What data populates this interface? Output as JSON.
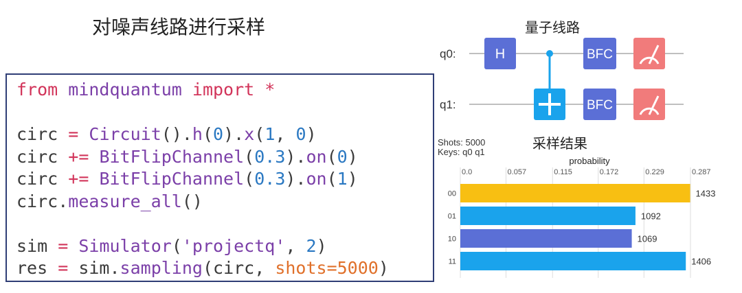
{
  "left": {
    "title": "对噪声线路进行采样",
    "code_lines": [
      [
        {
          "t": "from",
          "c": "kw"
        },
        {
          "t": " mindquantum ",
          "c": "fn"
        },
        {
          "t": "import",
          "c": "kw"
        },
        {
          "t": " *",
          "c": "op"
        }
      ],
      [],
      [
        {
          "t": "circ ",
          "c": "plain"
        },
        {
          "t": "=",
          "c": "op"
        },
        {
          "t": " ",
          "c": "plain"
        },
        {
          "t": "Circuit",
          "c": "fn"
        },
        {
          "t": "().",
          "c": "plain"
        },
        {
          "t": "h",
          "c": "fn"
        },
        {
          "t": "(",
          "c": "plain"
        },
        {
          "t": "0",
          "c": "num"
        },
        {
          "t": ").",
          "c": "plain"
        },
        {
          "t": "x",
          "c": "fn"
        },
        {
          "t": "(",
          "c": "plain"
        },
        {
          "t": "1",
          "c": "num"
        },
        {
          "t": ", ",
          "c": "plain"
        },
        {
          "t": "0",
          "c": "num"
        },
        {
          "t": ")",
          "c": "plain"
        }
      ],
      [
        {
          "t": "circ ",
          "c": "plain"
        },
        {
          "t": "+=",
          "c": "op"
        },
        {
          "t": " ",
          "c": "plain"
        },
        {
          "t": "BitFlipChannel",
          "c": "fn"
        },
        {
          "t": "(",
          "c": "plain"
        },
        {
          "t": "0.3",
          "c": "num"
        },
        {
          "t": ").",
          "c": "plain"
        },
        {
          "t": "on",
          "c": "fn"
        },
        {
          "t": "(",
          "c": "plain"
        },
        {
          "t": "0",
          "c": "num"
        },
        {
          "t": ")",
          "c": "plain"
        }
      ],
      [
        {
          "t": "circ ",
          "c": "plain"
        },
        {
          "t": "+=",
          "c": "op"
        },
        {
          "t": " ",
          "c": "plain"
        },
        {
          "t": "BitFlipChannel",
          "c": "fn"
        },
        {
          "t": "(",
          "c": "plain"
        },
        {
          "t": "0.3",
          "c": "num"
        },
        {
          "t": ").",
          "c": "plain"
        },
        {
          "t": "on",
          "c": "fn"
        },
        {
          "t": "(",
          "c": "plain"
        },
        {
          "t": "1",
          "c": "num"
        },
        {
          "t": ")",
          "c": "plain"
        }
      ],
      [
        {
          "t": "circ.",
          "c": "plain"
        },
        {
          "t": "measure_all",
          "c": "fn"
        },
        {
          "t": "()",
          "c": "plain"
        }
      ],
      [],
      [
        {
          "t": "sim ",
          "c": "plain"
        },
        {
          "t": "=",
          "c": "op"
        },
        {
          "t": " ",
          "c": "plain"
        },
        {
          "t": "Simulator",
          "c": "fn"
        },
        {
          "t": "(",
          "c": "plain"
        },
        {
          "t": "'projectq'",
          "c": "str"
        },
        {
          "t": ", ",
          "c": "plain"
        },
        {
          "t": "2",
          "c": "num"
        },
        {
          "t": ")",
          "c": "plain"
        }
      ],
      [
        {
          "t": "res ",
          "c": "plain"
        },
        {
          "t": "=",
          "c": "op"
        },
        {
          "t": " sim.",
          "c": "plain"
        },
        {
          "t": "sampling",
          "c": "fn"
        },
        {
          "t": "(circ, ",
          "c": "plain"
        },
        {
          "t": "shots=5000",
          "c": "arg"
        },
        {
          "t": ")",
          "c": "plain"
        }
      ]
    ]
  },
  "circuit": {
    "title": "量子线路",
    "qubits": [
      "q0:",
      "q1:"
    ],
    "gates": {
      "h": "H",
      "bfc": "BFC"
    },
    "colors": {
      "gate": "#5b6fd6",
      "cnot": "#1aa3ec",
      "measure": "#f17b7b",
      "wire": "#aaaaaa"
    }
  },
  "sampling": {
    "title": "采样结果",
    "shots": "Shots: 5000",
    "keys": "Keys: q0 q1",
    "axis_label": "probability"
  },
  "chart_data": {
    "type": "bar",
    "orientation": "horizontal",
    "title": "采样结果",
    "xlabel": "probability",
    "ticks": [
      "0.0",
      "0.057",
      "0.115",
      "0.172",
      "0.229",
      "0.287"
    ],
    "xlim": [
      0,
      0.287
    ],
    "categories": [
      "00",
      "01",
      "10",
      "11"
    ],
    "values": [
      1433,
      1092,
      1069,
      1406
    ],
    "shots": 5000,
    "colors": [
      "#f8bf12",
      "#1aa3ec",
      "#5b6fd6",
      "#1aa3ec"
    ]
  }
}
